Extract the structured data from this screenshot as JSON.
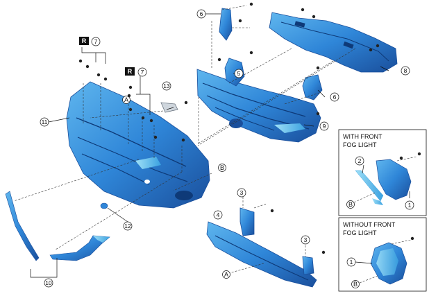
{
  "callouts": {
    "c1_top": "1",
    "c1_bottom": "1",
    "c2": "2",
    "c3_upper": "3",
    "c3_lower": "3",
    "c4": "4",
    "c5": "5",
    "c6_upper": "6",
    "c6_lower": "6",
    "c7_upper": "7",
    "c7_lower": "7",
    "c8": "8",
    "c9": "9",
    "c10": "10",
    "c11": "11",
    "c12": "12",
    "c13": "13"
  },
  "letters": {
    "a_left": "A",
    "a_bottom": "A",
    "b_main": "B",
    "b_inset_top": "B",
    "b_inset_bottom": "B"
  },
  "badges": {
    "r_upper": "R",
    "r_lower": "R"
  },
  "insets": {
    "with_fog": {
      "title_line1": "WITH FRONT",
      "title_line2": "FOG LIGHT"
    },
    "without_fog": {
      "title_line1": "WITHOUT FRONT",
      "title_line2": "FOG LIGHT"
    }
  },
  "colors": {
    "part_blue": "#2f86d8",
    "part_dark": "#1a4f9c",
    "part_light": "#64c3f0",
    "line": "#111111"
  }
}
